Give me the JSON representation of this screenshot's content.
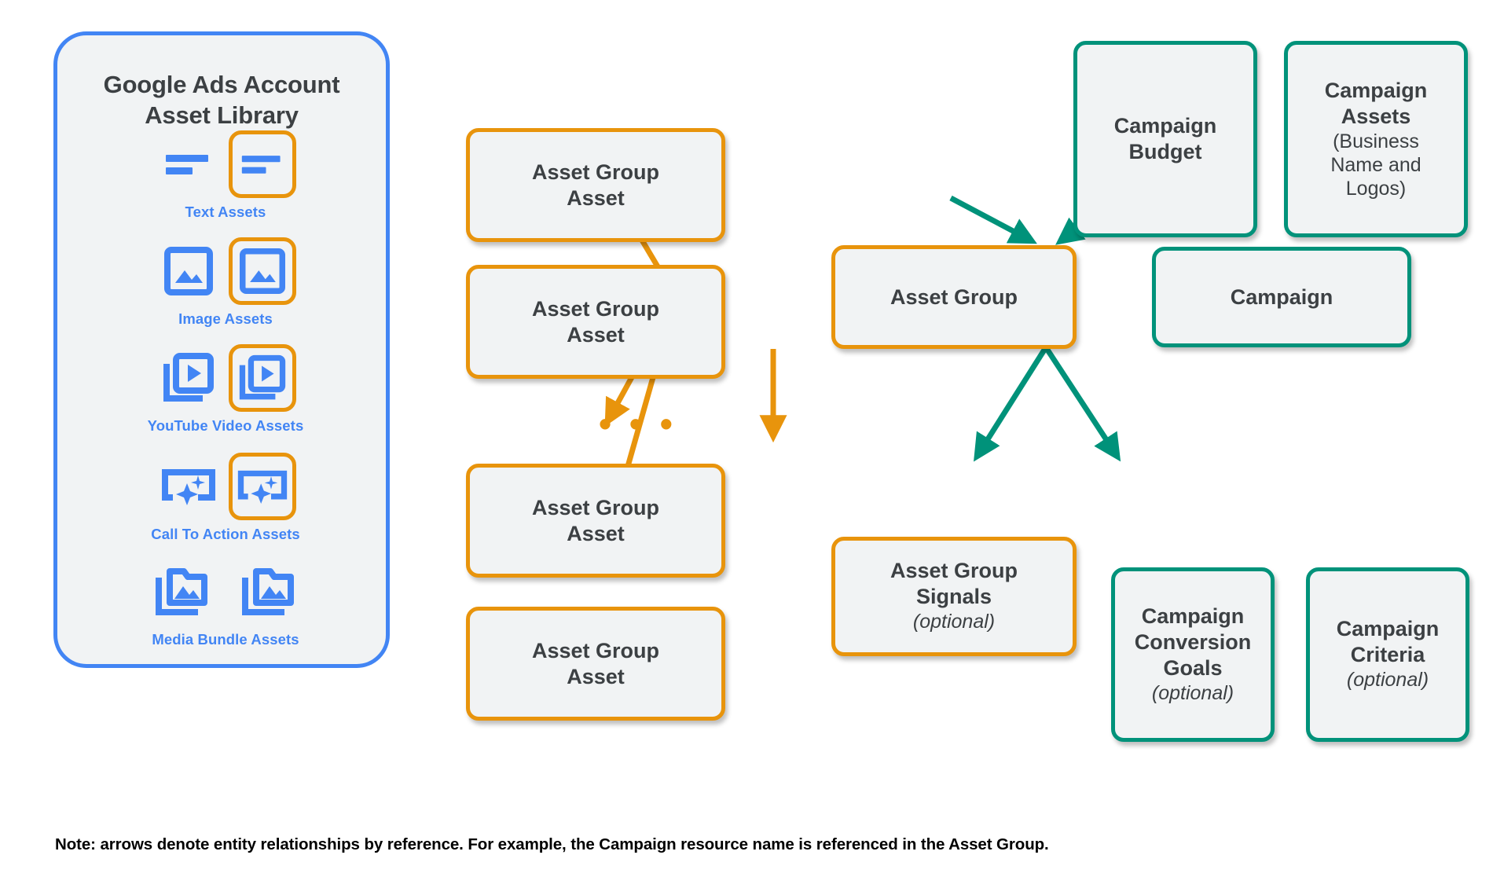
{
  "diagram": {
    "colors": {
      "blue": "#4285f4",
      "orange": "#e8940c",
      "teal": "#00927a",
      "box_fill": "#f1f3f4",
      "text": "#3c4043"
    },
    "library": {
      "title": "Google Ads Account\nAsset Library",
      "assets": [
        {
          "label": "Text Assets",
          "icon": "text-asset-icon"
        },
        {
          "label": "Image Assets",
          "icon": "image-asset-icon"
        },
        {
          "label": "YouTube Video  Assets",
          "icon": "video-asset-icon"
        },
        {
          "label": "Call To Action Assets",
          "icon": "call-to-action-asset-icon"
        },
        {
          "label": "Media Bundle  Assets",
          "icon": "media-bundle-asset-icon"
        }
      ]
    },
    "asset_group_assets": [
      {
        "title": "Asset Group\nAsset"
      },
      {
        "title": "Asset Group\nAsset"
      },
      {
        "title": "Asset Group\nAsset"
      },
      {
        "title": "Asset Group\nAsset"
      }
    ],
    "ellipsis": "• • •",
    "asset_group": {
      "title": "Asset Group"
    },
    "asset_group_signals": {
      "title": "Asset Group\nSignals",
      "optional": "(optional)"
    },
    "campaign_budget": {
      "title": "Campaign\nBudget"
    },
    "campaign_assets": {
      "title": "Campaign\nAssets",
      "sub": "(Business\nName and\nLogos)"
    },
    "campaign": {
      "title": "Campaign"
    },
    "campaign_conversion_goals": {
      "title": "Campaign\nConversion\nGoals",
      "optional": "(optional)"
    },
    "campaign_criteria": {
      "title": "Campaign\nCriteria",
      "optional": "(optional)"
    },
    "footnote": "Note: arrows denote entity relationships by reference. For example, the Campaign resource name is referenced in the Asset Group."
  }
}
